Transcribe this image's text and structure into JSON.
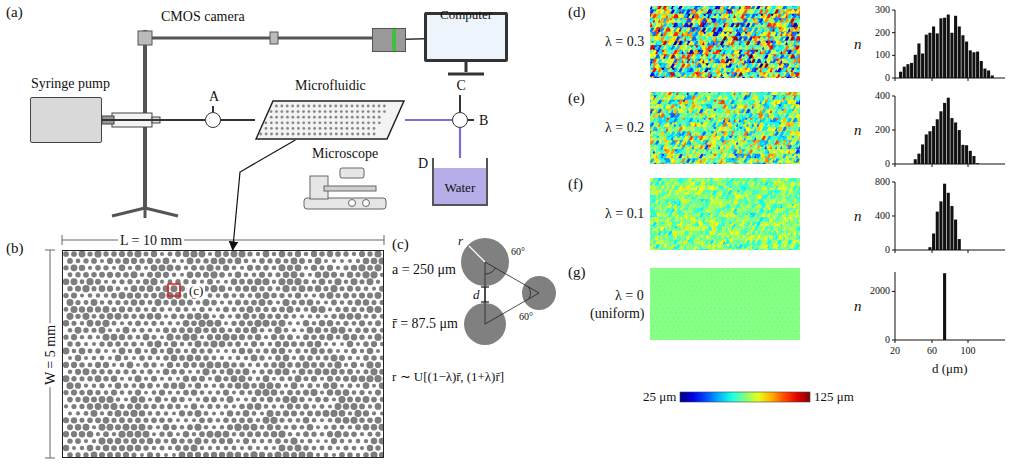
{
  "diagram": {
    "nodes": [
      {
        "text": [
          "CMOS camera"
        ]
      },
      {
        "text": [
          "Computer"
        ]
      },
      {
        "text": [
          "Syringe pump"
        ]
      },
      {
        "text": [
          "A"
        ]
      },
      {
        "text": [
          "Microfluidic"
        ]
      },
      {
        "text": [
          "C",
          "B"
        ]
      },
      {
        "text": [
          "Microscope"
        ]
      },
      {
        "text": [
          "D",
          "Water"
        ]
      },
      {
        "text": [
          "L = 10 mm",
          "W = 5 mm",
          "(c)"
        ]
      }
    ],
    "edges": [
      {
        "from": 0,
        "to": 1,
        "arrow": "none"
      },
      {
        "from": 2,
        "to": 3,
        "arrow": "none"
      },
      {
        "from": 3,
        "to": 4,
        "arrow": "none"
      },
      {
        "from": 4,
        "to": 5,
        "arrow": "none"
      },
      {
        "from": 5,
        "to": 7,
        "arrow": "none"
      },
      {
        "from": 4,
        "to": 8,
        "arrow": "to"
      }
    ],
    "labels": [
      "(a)",
      "(b)",
      "(c)",
      "a = 250 μm",
      "r̄ = 87.5 μm",
      "r ∼ U[(1−λ)r̄, (1+λ)r̄]",
      "r",
      "d",
      "60°",
      "60°",
      "(d)",
      "λ = 0.3",
      "n",
      "300",
      "200",
      "100",
      "0",
      "(e)",
      "λ = 0.2",
      "n",
      "400",
      "200",
      "0",
      "(f)",
      "λ = 0.1",
      "n",
      "800",
      "400",
      "0",
      "(g)",
      "λ = 0",
      "(uniform)",
      "n",
      "2000",
      "0",
      "20",
      "60",
      "100",
      "25 μm",
      "125 μm",
      "d (μm)"
    ]
  }
}
